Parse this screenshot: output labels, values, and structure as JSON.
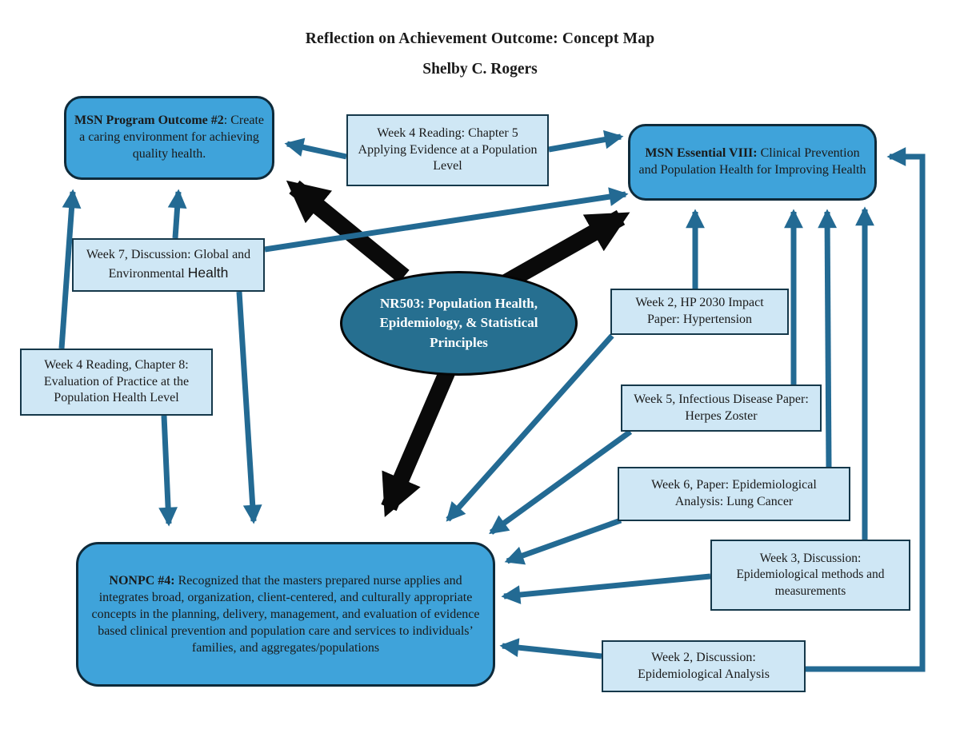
{
  "title": "Reflection on Achievement Outcome: Concept Map",
  "subtitle": "Shelby C. Rogers",
  "colors": {
    "node_fill": "#3fa3da",
    "node_border": "#0e2a3a",
    "card_fill": "#cfe7f5",
    "card_border": "#15384a",
    "ellipse_fill": "#266f90",
    "arrow_blue": "#236a93",
    "arrow_black": "#0a0a0a",
    "text": "#1a1a1a",
    "ellipse_text": "#ffffff"
  },
  "center": {
    "text": "NR503: Population Health, Epidemiology, & Statistical Principles"
  },
  "nodes": {
    "program_outcome": {
      "lead": "MSN Program Outcome #2",
      "sep": ": ",
      "body": "Create a caring environment for achieving quality health."
    },
    "essential8": {
      "lead": "MSN Essential VIII:",
      "body": " Clinical Prevention and Population Health for Improving Health"
    },
    "nonpc4": {
      "lead": "NONPC #4:",
      "body": "  Recognized that the masters prepared nurse applies and integrates broad, organization, client-centered, and culturally appropriate concepts in the planning, delivery, management, and evaluation of evidence based clinical prevention and population care and services to individuals’ families, and aggregates/populations"
    },
    "week4_ch5": {
      "text": "Week 4 Reading: Chapter 5 Applying Evidence at a Population Level"
    },
    "week7": {
      "text": "Week 7, Discussion: Global and Environmental ",
      "highlight": "Health"
    },
    "week4_ch8": {
      "text": "Week 4 Reading, Chapter 8: Evaluation of Practice at the Population Health Level"
    },
    "week2_hp": {
      "text": "Week 2, HP 2030 Impact Paper: Hypertension"
    },
    "week5": {
      "text": "Week 5, Infectious Disease Paper: Herpes Zoster"
    },
    "week6": {
      "text": "Week 6, Paper: Epidemiological Analysis: Lung Cancer"
    },
    "week3": {
      "text": "Week 3, Discussion: Epidemiological methods and measurements"
    },
    "week2_disc": {
      "text": "Week 2, Discussion: Epidemiological Analysis"
    }
  }
}
